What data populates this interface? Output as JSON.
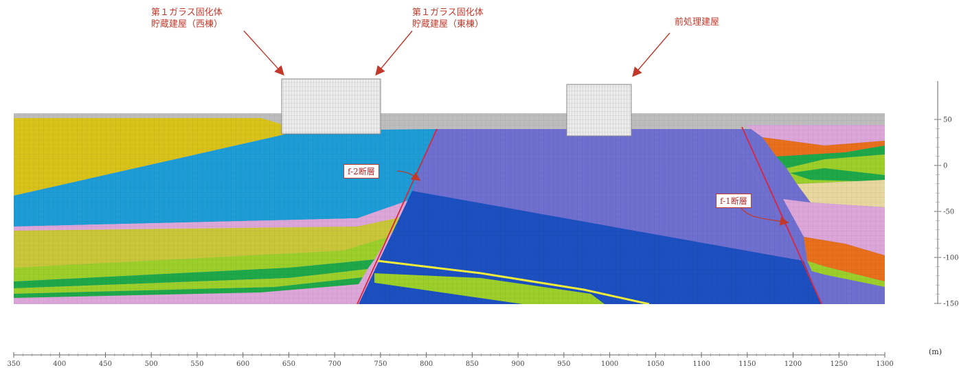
{
  "buildings": [
    {
      "name": "west",
      "lines": [
        "第１ガラス固化体",
        "貯蔵建屋（西棟）"
      ]
    },
    {
      "name": "east",
      "lines": [
        "第１ガラス固化体",
        "貯蔵建屋（東棟）"
      ]
    },
    {
      "name": "pretreatment",
      "lines": [
        "前処理建屋"
      ]
    }
  ],
  "faults": {
    "f2": "f-2断層",
    "f1": "f-1断層"
  },
  "x_axis": {
    "unit": "(m)",
    "ticks": [
      "350",
      "400",
      "450",
      "500",
      "550",
      "600",
      "650",
      "700",
      "750",
      "800",
      "850",
      "900",
      "950",
      "1000",
      "1050",
      "1100",
      "1150",
      "1200",
      "1250",
      "1300"
    ]
  },
  "y_axis": {
    "ticks": [
      "50",
      "0",
      "-50",
      "-100",
      "-150"
    ]
  },
  "colors": {
    "yellow": "#d9c21a",
    "light_blue": "#1e9cd6",
    "purple": "#6f6fd0",
    "dark_blue": "#1c4fc0",
    "pink": "#dca6d8",
    "light_green": "#9ccf2a",
    "green": "#1ea84a",
    "orange": "#e8701c",
    "tan": "#e8d8a0",
    "fill_gray": "#bdbdbd",
    "fault_red": "#d7263d"
  }
}
